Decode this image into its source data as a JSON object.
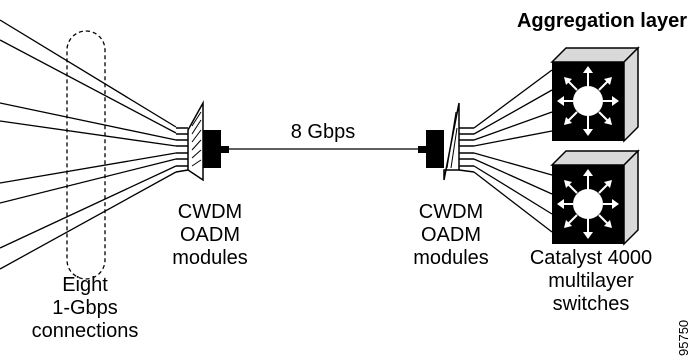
{
  "title": "Aggregation layer",
  "link_label": "8 Gbps",
  "left_group": {
    "line1": "Eight",
    "line2": "1-Gbps",
    "line3": "connections"
  },
  "left_module": {
    "line1": "CWDM",
    "line2": "OADM",
    "line3": "modules"
  },
  "right_module": {
    "line1": "CWDM",
    "line2": "OADM",
    "line3": "modules"
  },
  "switches": {
    "line1": "Catalyst 4000",
    "line2": "multilayer",
    "line3": "switches"
  },
  "figure_id": "95750",
  "colors": {
    "lines": "#000000",
    "switch_face": "#000000",
    "switch_side": "#d9d9d9",
    "module_body": "#000000",
    "background": "#ffffff"
  },
  "icons": [
    "cwdm-oadm-module-icon",
    "catalyst-switch-icon"
  ]
}
